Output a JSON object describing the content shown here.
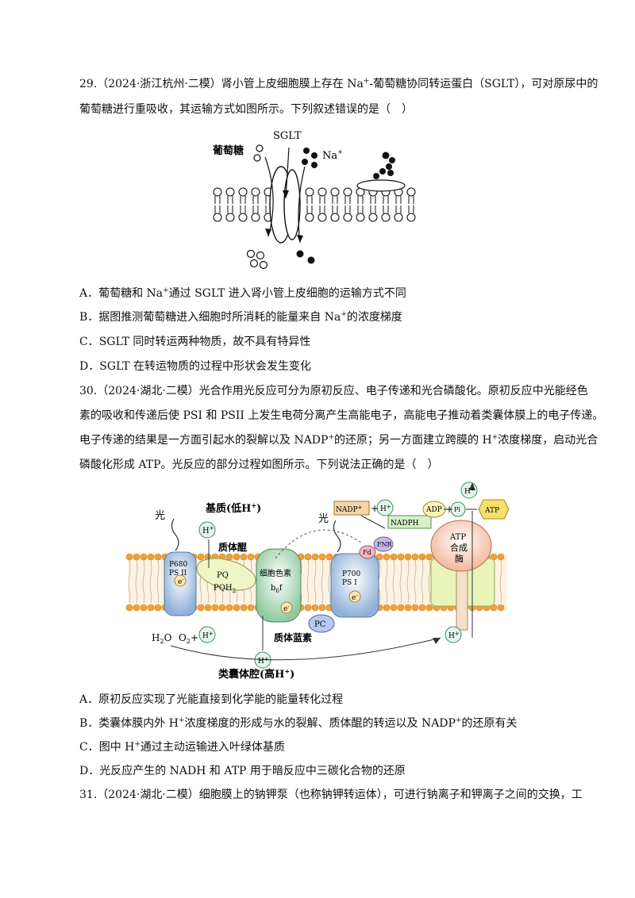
{
  "q29": {
    "line1_a": "29.（2024·浙江杭州·二模）肾小管上皮细胞膜上存在 Na",
    "plus": "+",
    "line1_b": "-葡萄糖协同转运蛋白（SGLT），可对原尿中的",
    "line2": "葡萄糖进行重吸收，其运输方式如图所示。下列叙述错误的是（　）",
    "figure": {
      "sglt": "SGLT",
      "glucose": "葡萄糖",
      "na": "Na",
      "na_sup": "+"
    },
    "A_a": "A．葡萄糖和 Na",
    "A_b": "通过 SGLT 进入肾小管上皮细胞的运输方式不同",
    "B_a": "B．据图推测葡萄糖进入细胞时所消耗的能量来自 Na",
    "B_b": "的浓度梯度",
    "C": "C．SGLT 同时转运两种物质，故不具有特异性",
    "D": "D．SGLT 在转运物质的过程中形状会发生变化"
  },
  "q30": {
    "line1": "30.（2024·湖北·二模）光合作用光反应可分为原初反应、电子传递和光合磷酸化。原初反应中光能经色",
    "line2": "素的吸收和传递后使 PSI 和 PSII 上发生电荷分离产生高能电子，高能电子推动着类囊体膜上的电子传递。",
    "line3_a": "电子传递的结果是一方面引起水的裂解以及 NADP",
    "line3_b": "的还原；另一方面建立跨膜的 H",
    "line3_c": "浓度梯度，启动光合",
    "line4": "磷酸化形成 ATP。光反应的部分过程如图所示。下列说法正确的是（　）",
    "figure": {
      "stroma": "基质(低H",
      "stroma_end": ")",
      "light": "光",
      "h": "H",
      "plus": "+",
      "pq_label": "质体醌",
      "p680": "P680",
      "ps2": "PS II",
      "e": "e",
      "minus": "-",
      "pq": "PQ",
      "pqh": "PQH",
      "two": "2",
      "cyt": "细胞色素",
      "b6f": "b",
      "b6f_sub": "6",
      "b6f_end": "f",
      "p700": "P700",
      "ps1": "PS I",
      "pc": "PC",
      "pc_label": "质体蓝素",
      "nadp": "NADP",
      "nadph": "NADPH",
      "fnr": "FNR",
      "fd": "Fd",
      "adp": "ADP",
      "pi": "Pi",
      "atp": "ATP",
      "atp_syn1": "ATP",
      "atp_syn2": "合成",
      "atp_syn3": "酶",
      "h2o": "H",
      "h2o_sub": "2",
      "h2o_end": "O",
      "o2": "O",
      "o2_sub": "2",
      "plus_sign": "+",
      "lumen": "类囊体腔(高H",
      "lumen_end": ")"
    },
    "A": "A．原初反应实现了光能直接到化学能的能量转化过程",
    "B_a": "B．类囊体膜内外 H",
    "B_b": "浓度梯度的形成与水的裂解、质体醌的转运以及 NADP",
    "B_c": "的还原有关",
    "C_a": "C．图中 H",
    "C_b": "通过主动运输进入叶绿体基质",
    "D": "D．光反应产生的 NADH 和 ATP 用于暗反应中三碳化合物的还原"
  },
  "q31": {
    "line1": "31.（2024·湖北·二模）细胞膜上的钠钾泵（也称钠钾转运体），可进行钠离子和钾离子之间的交换，工"
  }
}
